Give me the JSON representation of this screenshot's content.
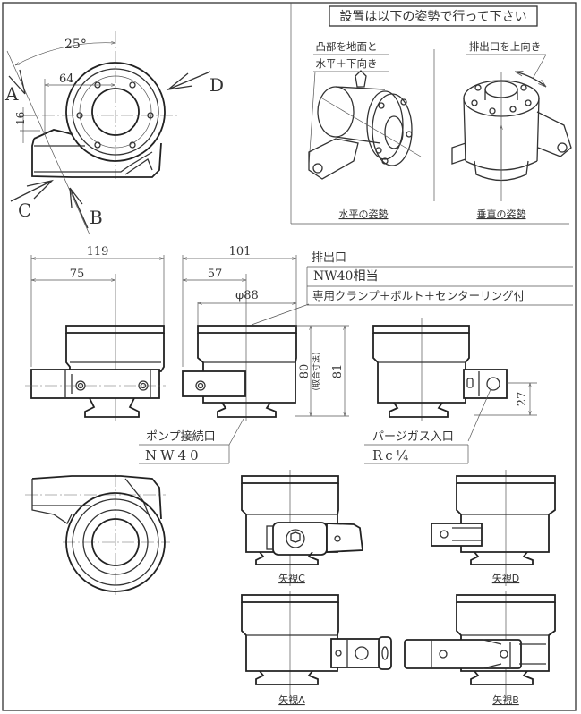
{
  "title_box": "設置は以下の姿勢で行って下さい",
  "orientation": {
    "horizontal": {
      "note_line1": "凸部を地面と",
      "note_line2": "水平＋下向き",
      "caption": "水平の姿勢"
    },
    "vertical": {
      "note": "排出口を上向き",
      "caption": "垂直の姿勢"
    }
  },
  "top_view": {
    "angle": "25°",
    "dim_64": "64",
    "dim_16": "16",
    "arrow_labels": [
      "A",
      "B",
      "C",
      "D"
    ]
  },
  "front_view": {
    "dim_119": "119",
    "dim_75": "75"
  },
  "side_view": {
    "dim_101": "101",
    "dim_57": "57",
    "dim_88": "φ88",
    "dim_80": "80",
    "dim_80_note": "(取合寸法)",
    "dim_81": "81"
  },
  "purge_view": {
    "dim_27": "27"
  },
  "callouts": {
    "exhaust_title": "排出口",
    "exhaust_spec": "NW40相当",
    "exhaust_note": "専用クランプ＋ボルト＋センターリング付",
    "pump_title": "ポンプ接続口",
    "pump_spec": "NW40",
    "purge_title": "パージガス入口",
    "purge_spec": "Rc¼"
  },
  "view_labels": {
    "c": "矢視C",
    "d": "矢視D",
    "a": "矢視A",
    "b": "矢視B"
  }
}
